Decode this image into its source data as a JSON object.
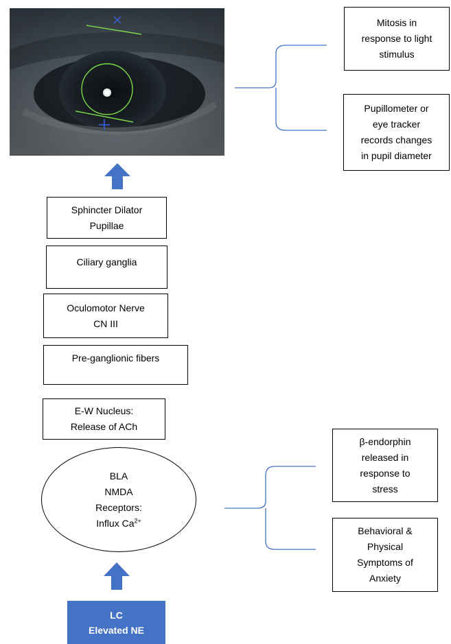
{
  "eye_image": {
    "kind": "photo",
    "subject": "eye-with-pupil-tracking"
  },
  "boxes": {
    "mitosis": [
      "Mitosis in",
      "response to light",
      "stimulus"
    ],
    "pupillometer": [
      "Pupillometer or",
      "eye tracker",
      "records changes",
      "in pupil diameter"
    ],
    "sphincter": [
      "Sphincter Dilator",
      "Pupillae"
    ],
    "ciliary": [
      "Ciliary ganglia"
    ],
    "oculomotor": [
      "Oculomotor Nerve",
      "CN III"
    ],
    "preganglionic": [
      "Pre-ganglionic fibers"
    ],
    "ew_nucleus": [
      "E-W Nucleus:",
      "Release of ACh"
    ],
    "endorphin": [
      "β-endorphin",
      "released in",
      "response to",
      "stress"
    ],
    "behavioral": [
      "Behavioral &",
      "Physical",
      "Symptoms of",
      "Anxiety"
    ]
  },
  "bla": {
    "lines": [
      "BLA",
      "NMDA",
      "Receptors:"
    ],
    "influx_text": "Influx Ca",
    "influx_sup": "2+"
  },
  "lc": [
    "LC",
    "Elevated NE"
  ],
  "colors": {
    "arrow": "#4472c4",
    "brace": "#4472c4",
    "lc_fill": "#4472c4",
    "tracking_overlay": "#7cd94a",
    "border": "#000000"
  }
}
